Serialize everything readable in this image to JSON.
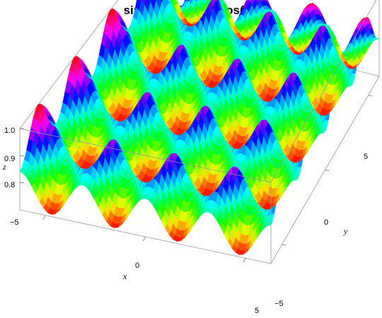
{
  "chart_data": {
    "type": "surface3d",
    "title_parts": [
      "sinc(sin(",
      "x",
      ")) sinc(cos(",
      "y",
      "))"
    ],
    "function": "sinc(sin(x)) * sinc(cos(y))",
    "x_range": [
      -6.28,
      6.28
    ],
    "y_range": [
      -6.28,
      6.28
    ],
    "zlim": [
      0.7,
      1.0
    ],
    "xlabel": "x",
    "ylabel": "y",
    "zlabel": "z",
    "x_ticks": [
      -5,
      0,
      5
    ],
    "y_ticks": [
      -5,
      0,
      5
    ],
    "z_ticks": [
      0.8,
      0.9,
      1.0
    ],
    "x_tick_labels": [
      "−5",
      "0",
      "5"
    ],
    "y_tick_labels": [
      "−5",
      "0",
      "5"
    ],
    "z_tick_labels": [
      "0.8",
      "0.9",
      "1.0"
    ],
    "color_scheme": "hue by height",
    "box": true,
    "mesh": false
  }
}
